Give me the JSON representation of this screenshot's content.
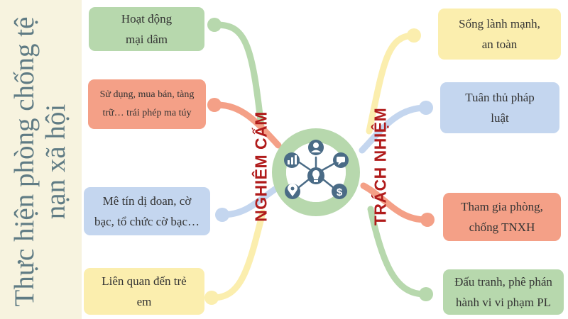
{
  "side_title": "Thực hiện phòng chống tệ nạn xã hội",
  "left_label": "NGHIÊM CẤM",
  "right_label": "TRÁCH NHIỆM",
  "left_items": [
    {
      "line1": "Hoạt động",
      "line2": "mại dâm"
    },
    {
      "line1": "Sử dụng, mua bán, tàng",
      "line2": "trữ… trái phép ma túy"
    },
    {
      "line1": "Mê tín dị đoan, cờ",
      "line2": "bạc, tổ chức cờ bạc…"
    },
    {
      "line1": "Liên quan đến trẻ",
      "line2": "em"
    }
  ],
  "right_items": [
    {
      "line1": "Sống lành mạnh,",
      "line2": "an toàn"
    },
    {
      "line1": "Tuân thủ pháp",
      "line2": "luật"
    },
    {
      "line1": "Tham gia phòng,",
      "line2": "chống TNXH"
    },
    {
      "line1": "Đấu tranh, phê phán",
      "line2": "hành vi vi phạm PL"
    }
  ],
  "colors": {
    "green": "#b7d8ad",
    "salmon": "#f4a087",
    "blue": "#c4d6ef",
    "yellow": "#fbeeae",
    "label_red": "#b01b1b",
    "icon_blue": "#4a6b86"
  },
  "center_icons": [
    "person-icon",
    "bar-chart-icon",
    "chat-icon",
    "lightbulb-icon",
    "location-pin-icon",
    "dollar-icon"
  ]
}
